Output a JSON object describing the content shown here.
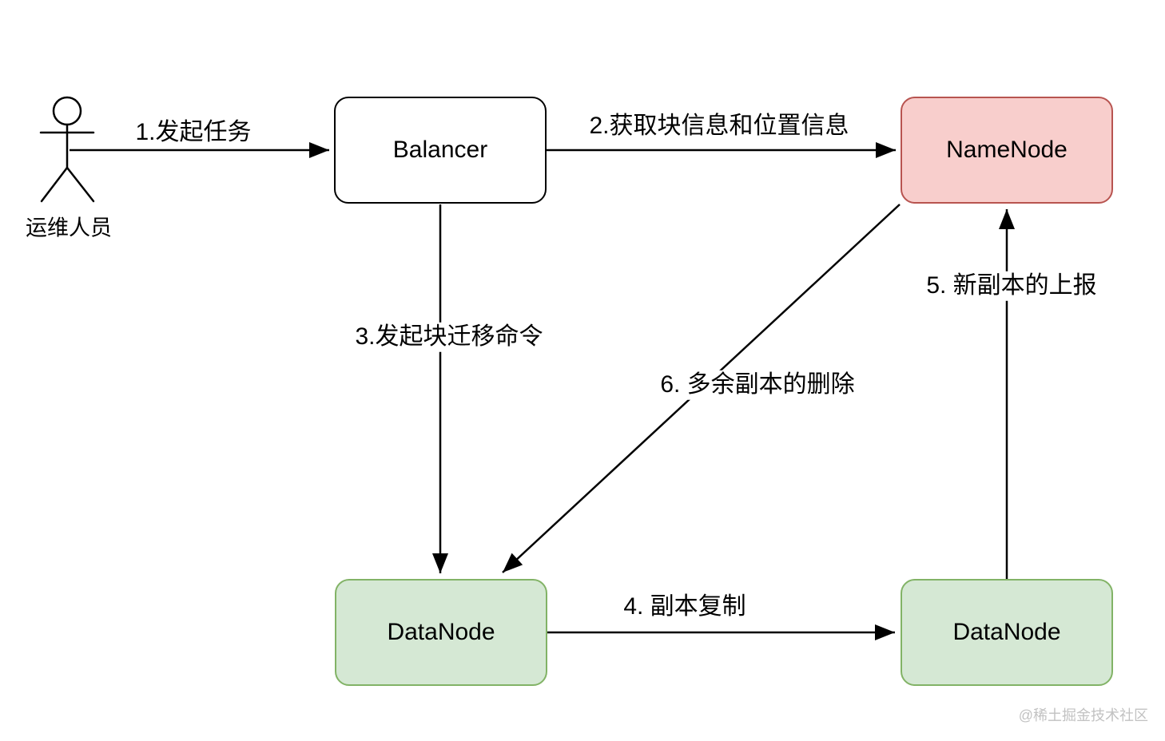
{
  "diagram": {
    "title_hint": "HDFS Balancer 块迁移流程图",
    "actor": {
      "label": "运维人员"
    },
    "nodes": [
      {
        "id": "balancer",
        "label": "Balancer",
        "fill": "#ffffff",
        "stroke": "#000000"
      },
      {
        "id": "namenode",
        "label": "NameNode",
        "fill": "#f8cecc",
        "stroke": "#b85450"
      },
      {
        "id": "datanode-left",
        "label": "DataNode",
        "fill": "#d5e8d4",
        "stroke": "#82b366"
      },
      {
        "id": "datanode-right",
        "label": "DataNode",
        "fill": "#d5e8d4",
        "stroke": "#82b366"
      }
    ],
    "edges": [
      {
        "id": "1",
        "label": "1.发起任务",
        "from": "运维人员",
        "to": "Balancer"
      },
      {
        "id": "2",
        "label": "2.获取块信息和位置信息",
        "from": "Balancer",
        "to": "NameNode"
      },
      {
        "id": "3",
        "label": "3.发起块迁移命令",
        "from": "Balancer",
        "to": "DataNode(左)"
      },
      {
        "id": "4",
        "label": "4. 副本复制",
        "from": "DataNode(左)",
        "to": "DataNode(右)"
      },
      {
        "id": "5",
        "label": "5. 新副本的上报",
        "from": "DataNode(右)",
        "to": "NameNode"
      },
      {
        "id": "6",
        "label": "6. 多余副本的删除",
        "from": "NameNode",
        "to": "DataNode(左)"
      }
    ],
    "line_color": "#000000",
    "watermark": "@稀土掘金技术社区"
  }
}
